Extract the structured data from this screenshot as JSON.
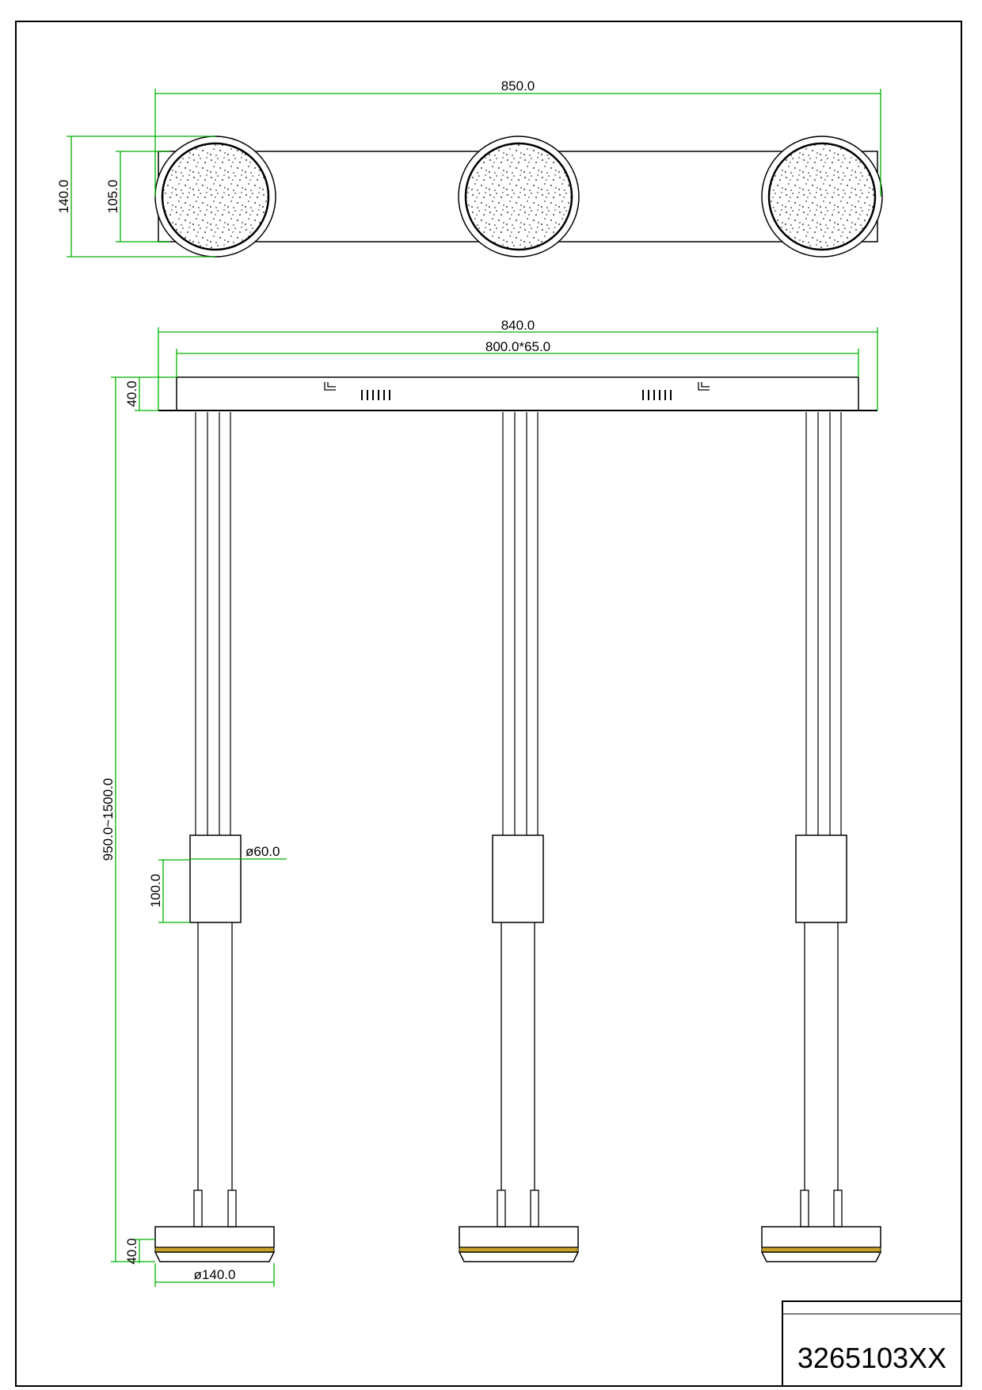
{
  "drawing_number": "3265103XX",
  "dimensions": {
    "top_width": "850.0",
    "top_height": "140.0",
    "shade_diameter_top": "105.0",
    "canopy_width": "840.0",
    "canopy_inner": "800.0*65.0",
    "canopy_height": "40.0",
    "total_height": "950.0~1500.0",
    "adjuster_height": "100.0",
    "adjuster_diameter": "ø60.0",
    "shade_height": "40.0",
    "shade_diameter": "ø140.0"
  },
  "colors": {
    "dimension_line": "#00b000",
    "outline": "#000000",
    "accent_strip": "#c9a227"
  }
}
